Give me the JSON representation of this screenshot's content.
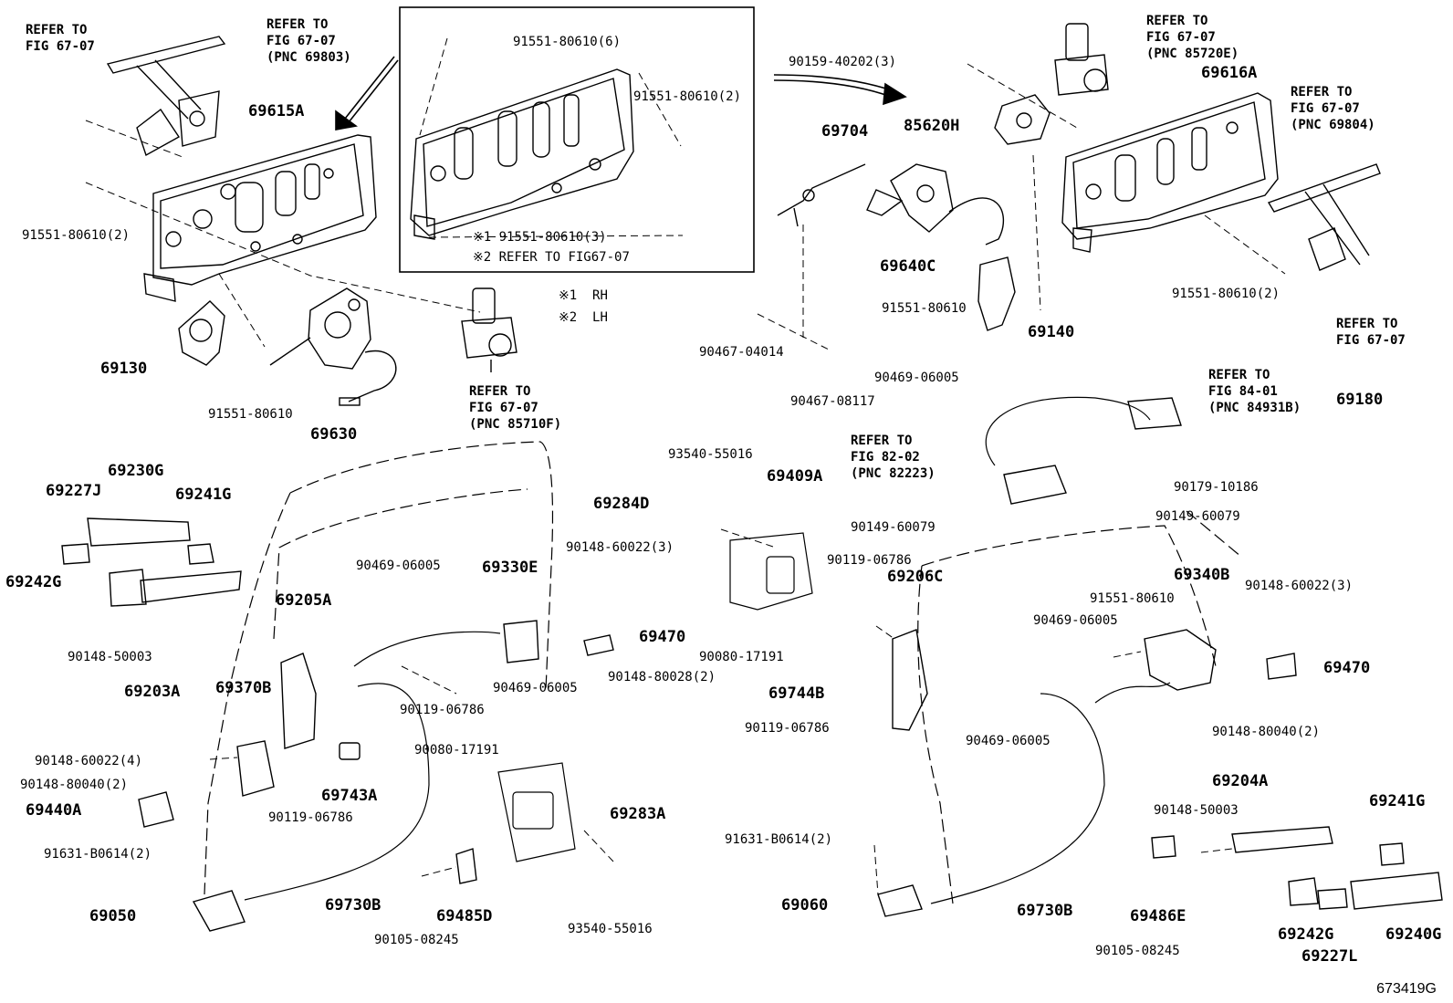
{
  "diagram_code": "673419G",
  "inset": {
    "bolt_a": "91551-80610(6)",
    "bolt_b": "91551-80610(2)",
    "bolt_c": "91551-80610(3)",
    "note_1": "※1 91551-80610(3)",
    "note_2": "※2 REFER TO FIG67-07"
  },
  "legend": {
    "rh": "※1  RH",
    "lh": "※2  LH"
  },
  "refs": {
    "r1": "REFER TO\nFIG 67-07",
    "r2": "REFER TO\nFIG 67-07\n(PNC 69803)",
    "r3": "REFER TO\nFIG 67-07\n(PNC 85710F)",
    "r4": "REFER TO\nFIG 67-07\n(PNC 85720E)",
    "r5": "REFER TO\nFIG 67-07\n(PNC 69804)",
    "r6": "REFER TO\nFIG 67-07",
    "r7": "REFER TO\nFIG 84-01\n(PNC 84931B)",
    "r8": "REFER TO\nFIG 82-02\n(PNC 82223)"
  },
  "parts": {
    "p69615A": "69615A",
    "p91551_2a": "91551-80610(2)",
    "p69130": "69130",
    "p91551_a": "91551-80610",
    "p69630": "69630",
    "p90159": "90159-40202(3)",
    "p69704": "69704",
    "p85620H": "85620H",
    "p69616A": "69616A",
    "p69640C": "69640C",
    "p91551_b": "91551-80610",
    "p69140": "69140",
    "p91551_2b": "91551-80610(2)",
    "p90467a": "90467-04014",
    "p90467b": "90467-08117",
    "p90469a": "90469-06005",
    "p69180": "69180",
    "p90179": "90179-10186",
    "p69409A": "69409A",
    "p90149a": "90149-60079",
    "p90149b": "90149-60079",
    "p93540a": "93540-55016",
    "p69284D": "69284D",
    "p69230G": "69230G",
    "p69227J": "69227J",
    "p69241G_a": "69241G",
    "p69242G_a": "69242G",
    "p90148_50003a": "90148-50003",
    "p69203A": "69203A",
    "p90469b": "90469-06005",
    "p69330E": "69330E",
    "p90148_60022a": "90148-60022(3)",
    "p69205A": "69205A",
    "p69470a": "69470",
    "p90148_80028": "90148-80028(2)",
    "p90469c": "90469-06005",
    "p69370B": "69370B",
    "p90119a": "90119-06786",
    "p90080a": "90080-17191",
    "p90148_60022b": "90148-60022(4)",
    "p90148_80040a": "90148-80040(2)",
    "p69743A": "69743A",
    "p90119b": "90119-06786",
    "p69440A": "69440A",
    "p91631a": "91631-B0614(2)",
    "p69283A": "69283A",
    "p69050": "69050",
    "p69730Ba": "69730B",
    "p69485D": "69485D",
    "p90105a": "90105-08245",
    "p93540b": "93540-55016",
    "p90119c": "90119-06786",
    "p69206C": "69206C",
    "p69340B": "69340B",
    "p90148_60022c": "90148-60022(3)",
    "p91551_c": "91551-80610",
    "p90469d": "90469-06005",
    "p90080b": "90080-17191",
    "p69470b": "69470",
    "p69744B": "69744B",
    "p90119d": "90119-06786",
    "p90469e": "90469-06005",
    "p90148_80040b": "90148-80040(2)",
    "p69204A": "69204A",
    "p90148_50003b": "90148-50003",
    "p69241G_b": "69241G",
    "p91631b": "91631-B0614(2)",
    "p69060": "69060",
    "p69730Bb": "69730B",
    "p69486E": "69486E",
    "p90105b": "90105-08245",
    "p69242G_b": "69242G",
    "p69240G": "69240G",
    "p69227L": "69227L"
  }
}
